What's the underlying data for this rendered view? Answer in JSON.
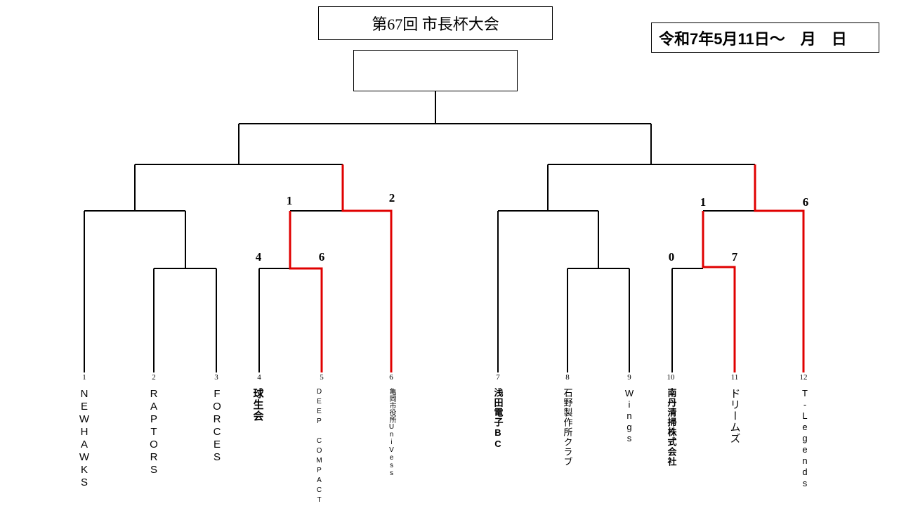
{
  "tournament": {
    "title": "第67回 市長杯大会",
    "date": "令和7年5月11日～　月　日",
    "champion": ""
  },
  "colors": {
    "line": "#000000",
    "winner": "#e00000"
  },
  "teams": [
    {
      "seed": "1",
      "name": "NEWHAWKS"
    },
    {
      "seed": "2",
      "name": "RAPTORS"
    },
    {
      "seed": "3",
      "name": "FORCES"
    },
    {
      "seed": "4",
      "name": "球生会"
    },
    {
      "seed": "5",
      "name": "DEEP COMPACT"
    },
    {
      "seed": "6",
      "name": "亀岡市役所UniVess"
    },
    {
      "seed": "7",
      "name": "浅田電子BC"
    },
    {
      "seed": "8",
      "name": "石野製作所クラブ"
    },
    {
      "seed": "9",
      "name": "Wings"
    },
    {
      "seed": "10",
      "name": "南丹清掃株式会社"
    },
    {
      "seed": "11",
      "name": "ドリームズ"
    },
    {
      "seed": "12",
      "name": "T-Legends"
    }
  ],
  "scores": {
    "g_4v5_left": "4",
    "g_4v5_right": "6",
    "g_5v6_left": "1",
    "g_5v6_right": "2",
    "g_10v11_left": "0",
    "g_10v11_right": "7",
    "g_11v12_left": "1",
    "g_11v12_right": "6"
  }
}
